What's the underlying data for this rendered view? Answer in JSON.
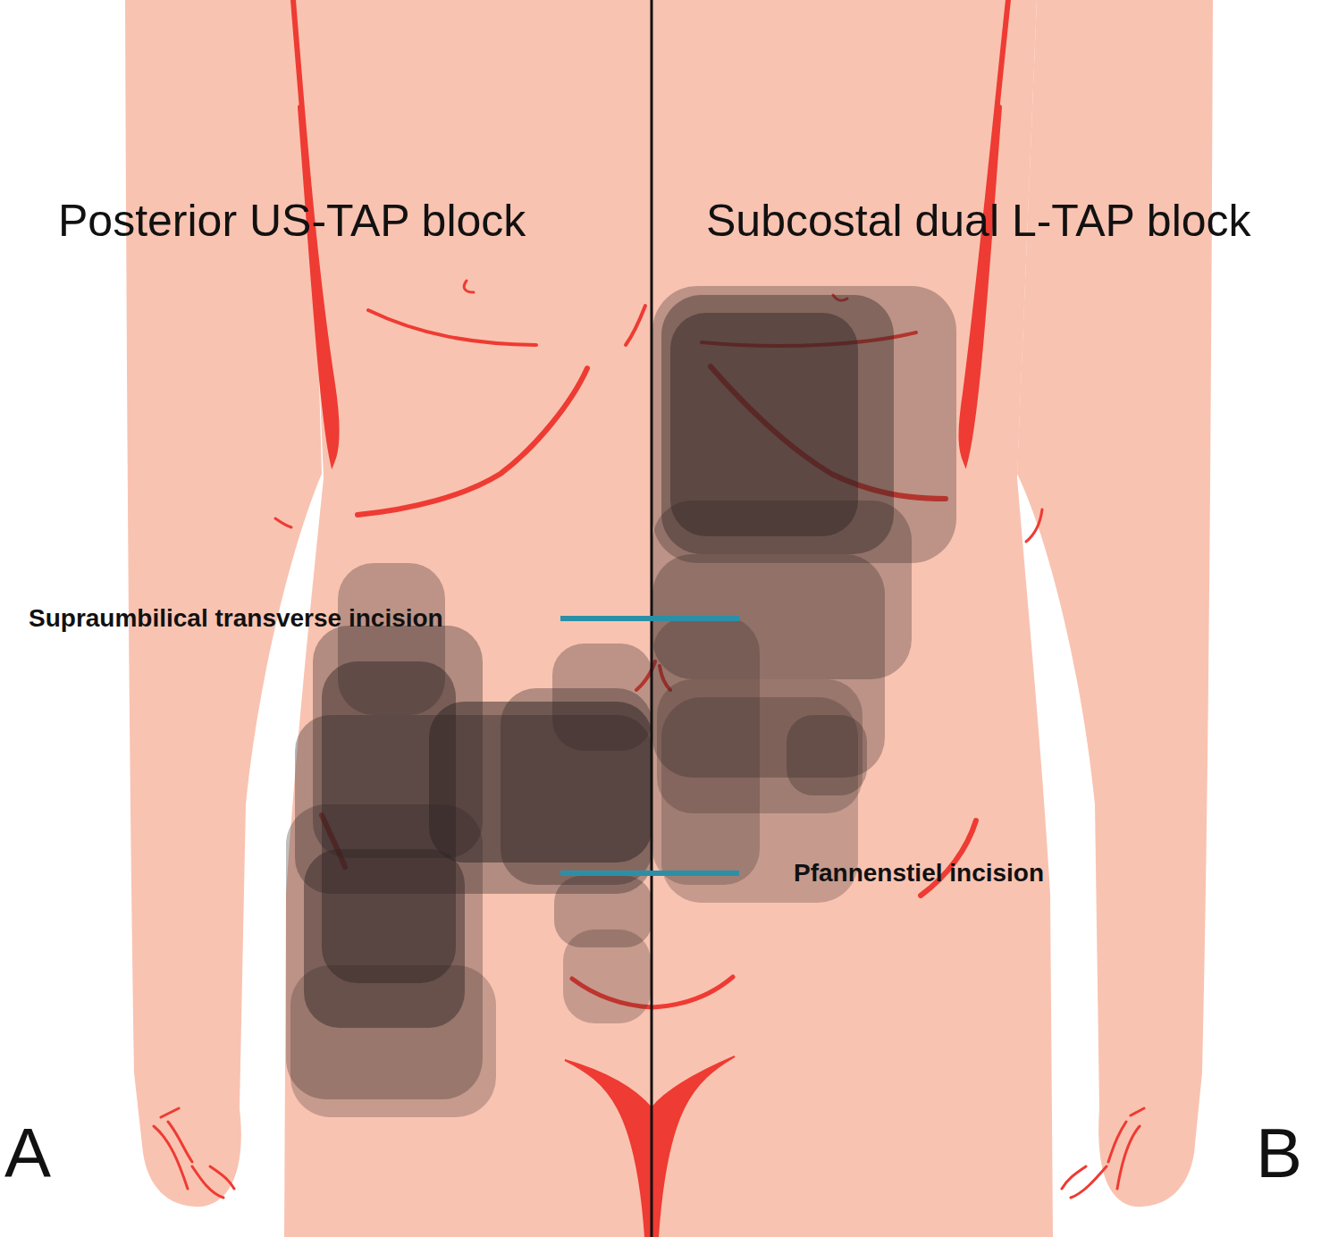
{
  "diagram": {
    "labels": [
      "Posterior US-TAP block",
      "Subcostal dual L-TAP block",
      "Supraumbilical transverse incision",
      "Pfannenstiel incision",
      "A",
      "B"
    ]
  }
}
